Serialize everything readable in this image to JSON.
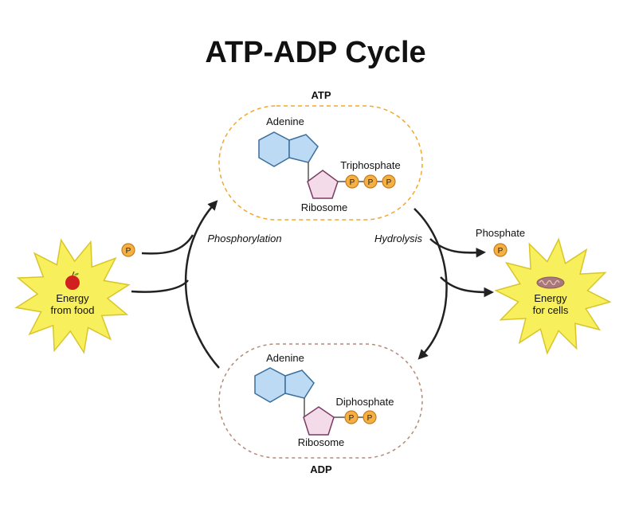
{
  "title": "ATP-ADP Cycle",
  "atp": {
    "label": "ATP",
    "adenine": "Adenine",
    "phosphate_group": "Triphosphate",
    "sugar": "Ribosome",
    "phosphate_count": 3,
    "border_color": "#f0a830"
  },
  "adp": {
    "label": "ADP",
    "adenine": "Adenine",
    "phosphate_group": "Diphosphate",
    "sugar": "Ribosome",
    "phosphate_count": 2,
    "border_color": "#b58a78"
  },
  "process_left": "Phosphorylation",
  "process_right": "Hydrolysis",
  "energy_in": {
    "line1": "Energy",
    "line2": "from food",
    "icon": "apple-icon"
  },
  "energy_out": {
    "line1": "Energy",
    "line2": "for cells",
    "icon": "mitochondrion-icon"
  },
  "phosphate_label": "Phosphate",
  "p_symbol": "P",
  "colors": {
    "adenine_fill": "#bcdaf3",
    "adenine_stroke": "#3a6e9c",
    "ribose_fill": "#f4dbe9",
    "ribose_stroke": "#7a3b63",
    "phosphate_fill": "#f4b043",
    "phosphate_stroke": "#c67c1a",
    "burst_fill": "#f8ef5c",
    "burst_stroke": "#d9c52a",
    "arrow": "#222222"
  }
}
